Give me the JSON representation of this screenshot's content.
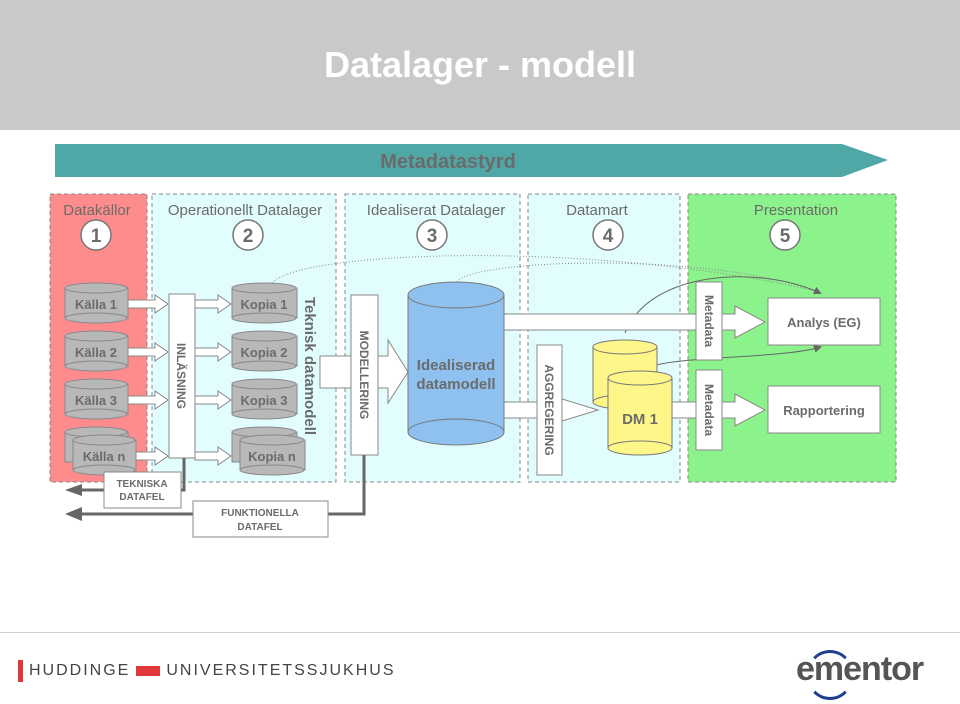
{
  "title": "Datalager - modell",
  "banner": "Metadatastyrd",
  "stages": [
    {
      "name": "Datakällor",
      "number": "1"
    },
    {
      "name": "Operationellt Datalager",
      "number": "2"
    },
    {
      "name": "Idealiserat Datalager",
      "number": "3"
    },
    {
      "name": "Datamart",
      "number": "4"
    },
    {
      "name": "Presentation",
      "number": "5"
    }
  ],
  "sources": [
    "Källa 1",
    "Källa 2",
    "Källa 3",
    "Källa n"
  ],
  "copies": [
    "Kopia 1",
    "Kopia 2",
    "Kopia 3",
    "Kopia n"
  ],
  "processes": {
    "load": "INLÄSNING",
    "technical_model": "Teknisk datamodell",
    "modeling": "MODELLERING",
    "aggregation": "AGGREGERING"
  },
  "ideal_model": [
    "Idealiserad",
    "datamodell"
  ],
  "datamart": "DM 1",
  "metadata": [
    "Metadata",
    "Metadata"
  ],
  "outputs": [
    "Analys (EG)",
    "Rapportering"
  ],
  "errors": {
    "technical": [
      "TEKNISKA",
      "DATAFEL"
    ],
    "functional": [
      "FUNKTIONELLA",
      "DATAFEL"
    ]
  },
  "footer": {
    "left_logo": [
      "HUDDINGE",
      "UNIVERSITETSSJUKHUS"
    ],
    "right_logo": "ementor"
  },
  "colors": {
    "banner": "#4fa8a6",
    "sources_panel": "#ff8c8c",
    "dw_panel": "#e2fdfd",
    "presentation_panel": "#8cf28c",
    "ideal": "#8fc1f0",
    "datamart": "#fff68a"
  }
}
